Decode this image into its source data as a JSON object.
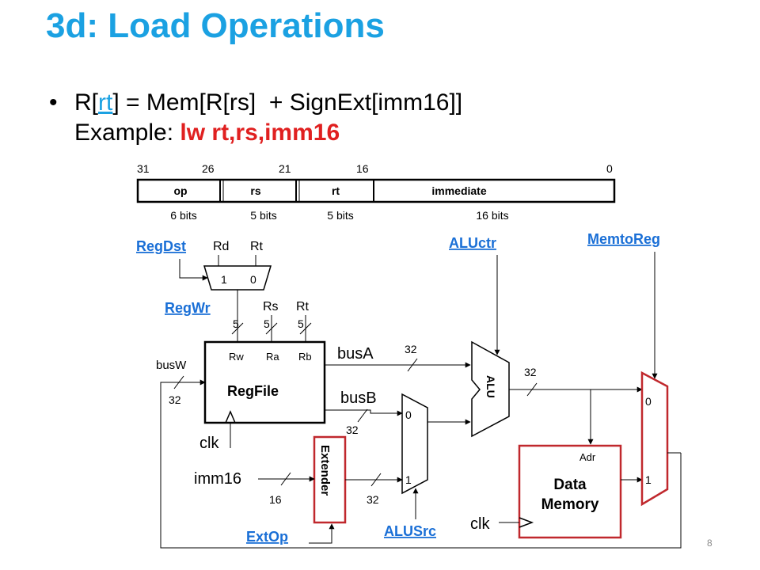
{
  "title": "3d: Load Operations",
  "bullet": {
    "line1_pre": "R[",
    "line1_link": "rt",
    "line1_post": "] = Mem[R[rs]  + SignExt[imm16]]",
    "line2_pre": "Example: ",
    "line2_code": "lw rt,rs,imm16"
  },
  "instruction_format": {
    "bit_positions": [
      "31",
      "26",
      "21",
      "16",
      "0"
    ],
    "fields": [
      "op",
      "rs",
      "rt",
      "immediate"
    ],
    "widths": [
      "6 bits",
      "5 bits",
      "5 bits",
      "16 bits"
    ]
  },
  "control_signals": {
    "regdst": "RegDst",
    "regwr": "RegWr",
    "aluctr": "ALUctr",
    "memtoreg": "MemtoReg",
    "extop": "ExtOp",
    "alusrc": "ALUSrc"
  },
  "labels": {
    "rd": "Rd",
    "rt_top": "Rt",
    "mux_1": "1",
    "mux_0": "0",
    "rs": "Rs",
    "rt": "Rt",
    "five_a": "5",
    "five_b": "5",
    "five_c": "5",
    "rw": "Rw",
    "ra": "Ra",
    "rb": "Rb",
    "regfile": "RegFile",
    "busw": "busW",
    "busw_width": "32",
    "busa": "busA",
    "busa_width": "32",
    "busb": "busB",
    "busb_width": "32",
    "clk_regfile": "clk",
    "imm16": "imm16",
    "imm16_width": "16",
    "extender": "Extender",
    "ext_out_width": "32",
    "alusrc_mux_0": "0",
    "alusrc_mux_1": "1",
    "alu": "ALU",
    "alu_out_width": "32",
    "adr": "Adr",
    "data_memory_1": "Data",
    "data_memory_2": "Memory",
    "clk_memory": "clk",
    "memtoreg_mux_0": "0",
    "memtoreg_mux_1": "1"
  },
  "colors": {
    "title": "#1ba1e2",
    "control": "#1a6fd6",
    "example_code": "#e02020",
    "highlight_box": "#c0282d"
  },
  "page_number": "8"
}
